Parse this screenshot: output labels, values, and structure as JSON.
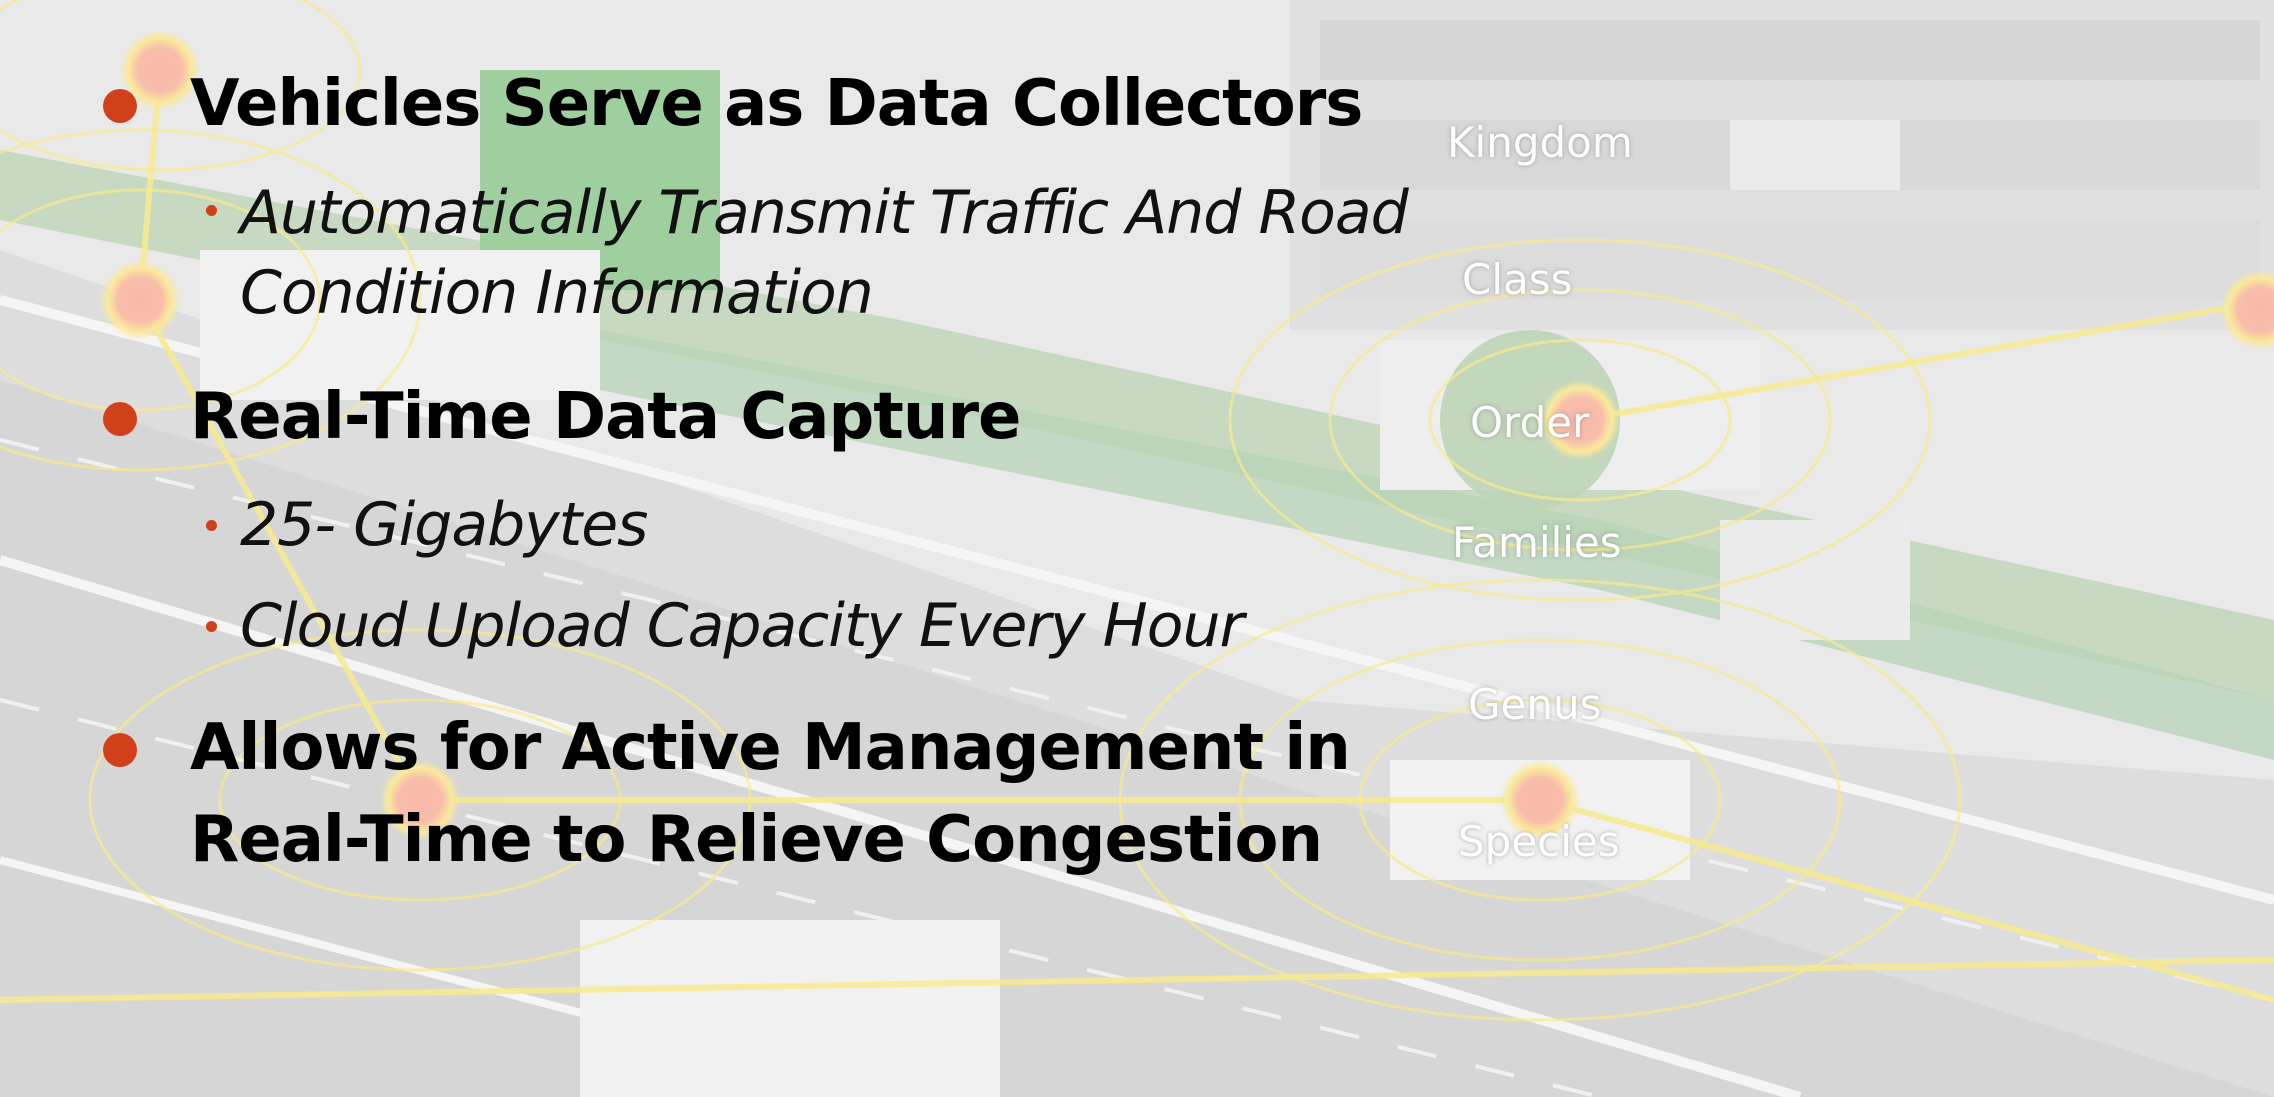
{
  "bullets": [
    {
      "text": "Vehicles Serve as Data Collectors",
      "subs": [
        {
          "lines": [
            "Automatically  Transmit Traffic And Road",
            "Condition Information"
          ]
        }
      ]
    },
    {
      "text": "Real-Time Data Capture",
      "subs": [
        {
          "lines": [
            "25- Gigabytes"
          ]
        },
        {
          "lines": [
            "Cloud Upload Capacity Every Hour"
          ]
        }
      ]
    },
    {
      "lines": [
        "Allows for Active Management in",
        "Real-Time to Relieve Congestion"
      ]
    }
  ],
  "taxonomy": [
    "Kingdom",
    "Class",
    "Order",
    "Families",
    "Genus",
    "Species"
  ],
  "colors": {
    "bullet": "#d0401a",
    "heading_text": "#000000",
    "taxonomy_text": "#ffffff",
    "network_lines": "#f5e36a"
  }
}
